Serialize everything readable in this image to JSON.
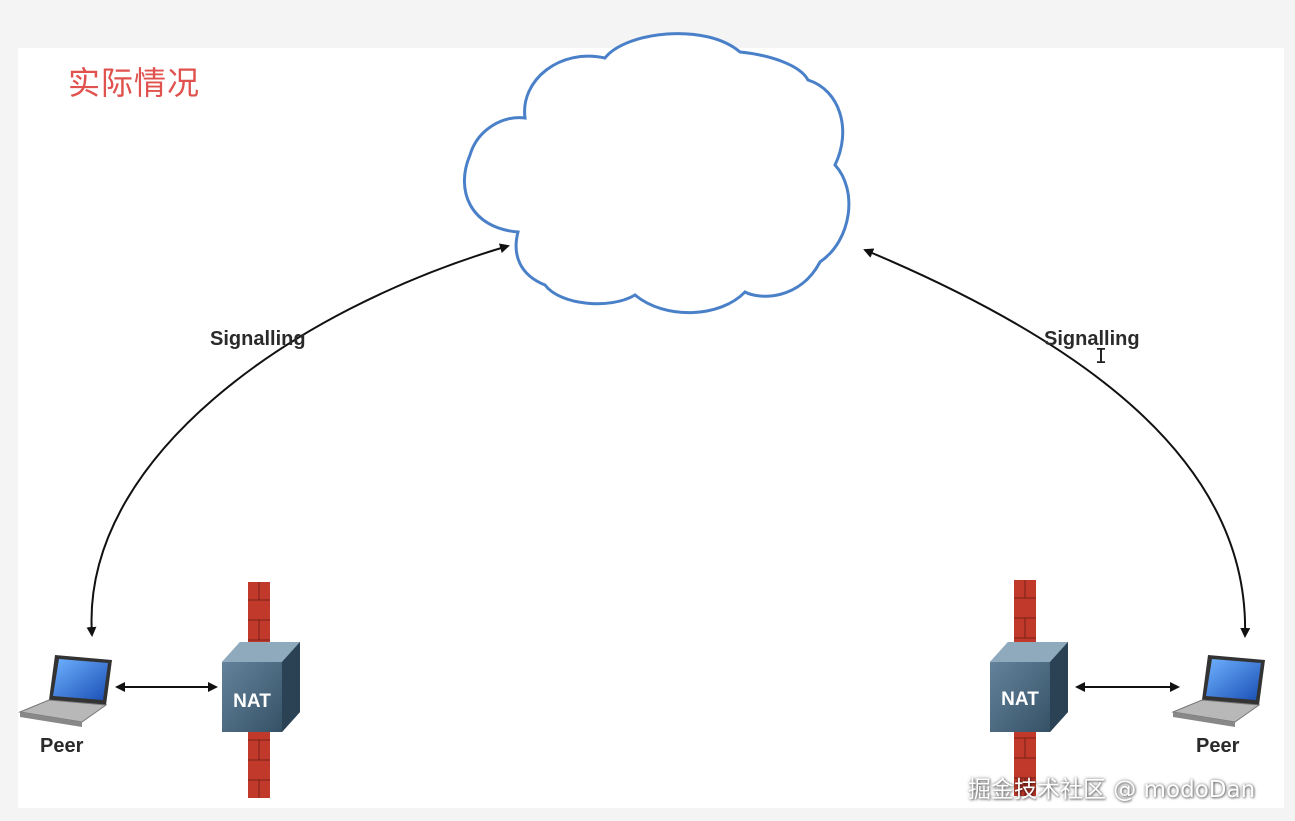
{
  "slide": {
    "title": "实际情况",
    "title_color": "#e0524e"
  },
  "signalling": {
    "left_label": "Signalling",
    "right_label": "Signalling"
  },
  "peers": {
    "left_label": "Peer",
    "right_label": "Peer"
  },
  "nat": {
    "left_label": "NAT",
    "right_label": "NAT"
  },
  "watermark": "掘金技术社区 @ modoDan",
  "colors": {
    "cloud_stroke": "#4a80c8",
    "firewall": "#c0392b",
    "nat_box": "#4d6a80",
    "arrow": "#111111"
  }
}
